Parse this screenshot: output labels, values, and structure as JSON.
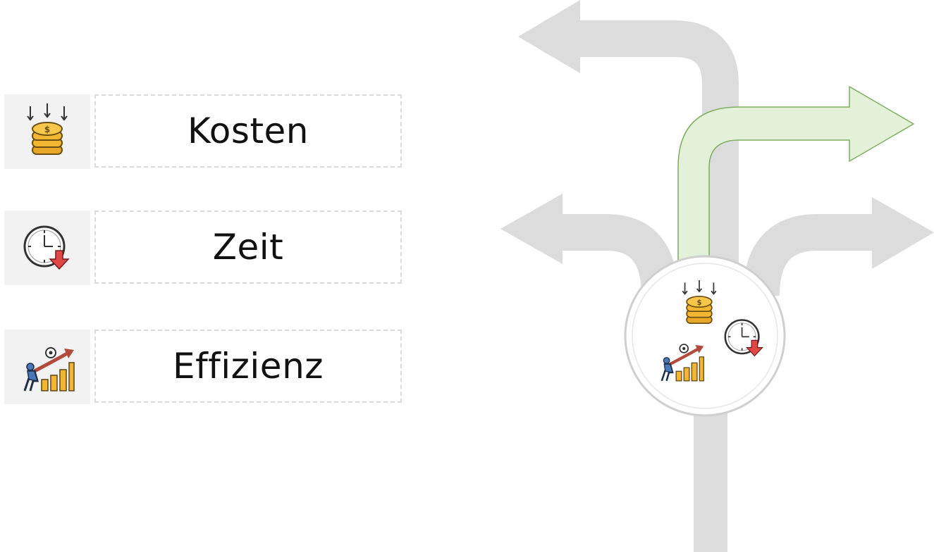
{
  "items": [
    {
      "key": "kosten",
      "label": "Kosten",
      "icon": "coin-stack-icon"
    },
    {
      "key": "zeit",
      "label": "Zeit",
      "icon": "clock-down-icon"
    },
    {
      "key": "effizienz",
      "label": "Effizienz",
      "icon": "growth-chart-icon"
    }
  ],
  "colors": {
    "road": "#dcdcdc",
    "chosen_path_fill": "#e2f1d7",
    "chosen_path_stroke": "#7fae62",
    "hub_border": "#cfcfcf",
    "coin": "#f2b632",
    "arrow_red": "#e04848"
  }
}
